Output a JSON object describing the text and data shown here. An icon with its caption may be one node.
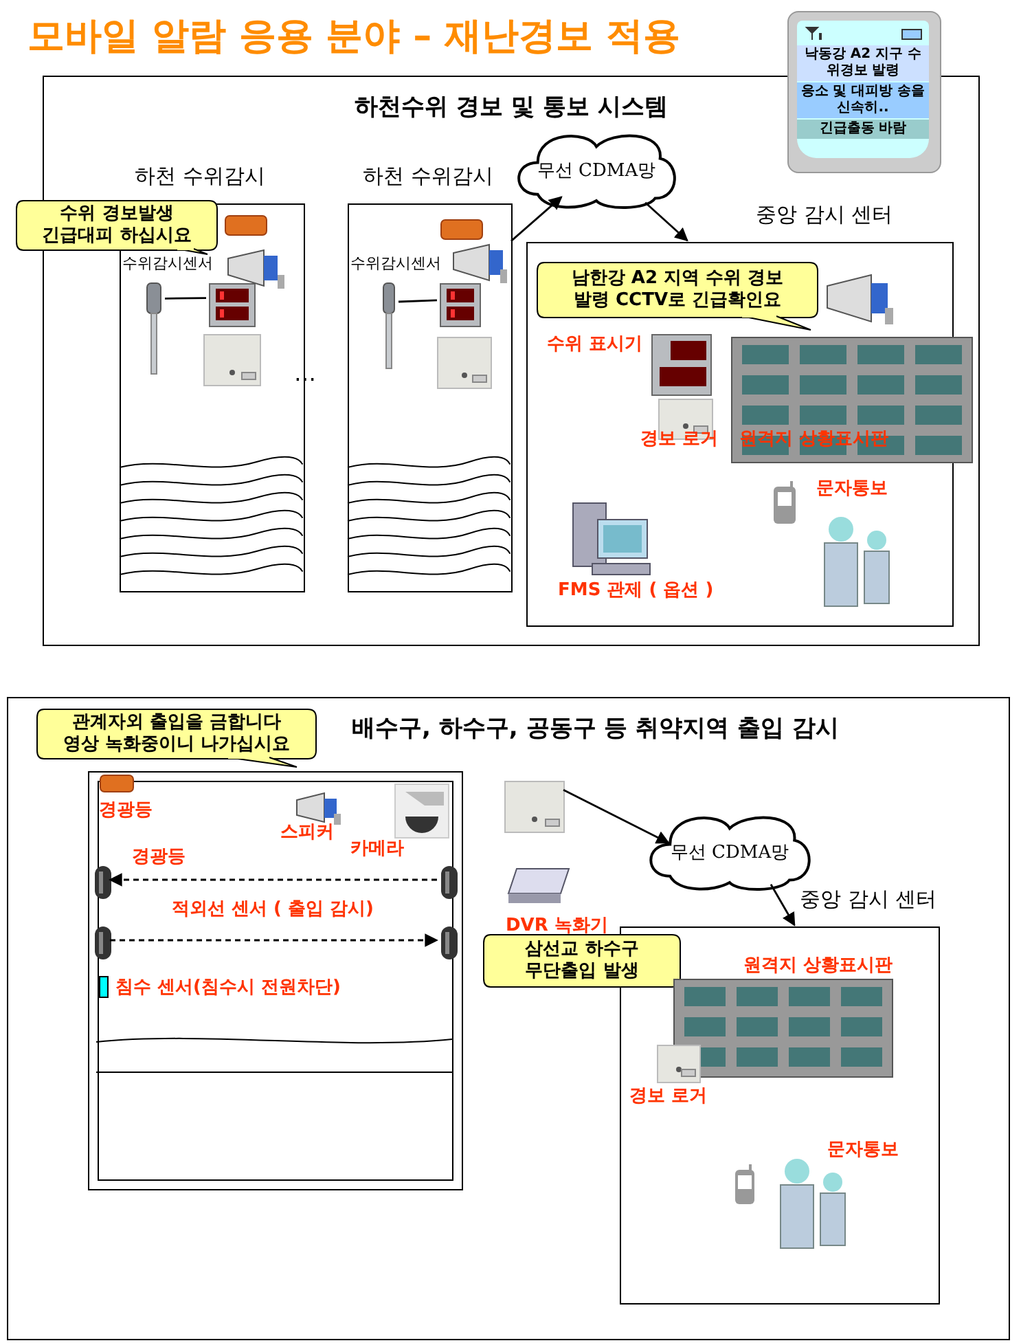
{
  "diagram": {
    "title": "모바일 알람 응용 분야 – 재난경보 적용",
    "nodes": [
      {
        "text": [
          "하천수위 경보 및 통보 시스템"
        ]
      },
      {
        "text": [
          "하천 수위감시"
        ],
        "in": 0
      },
      {
        "text": [
          "수위 경보발생 긴급대피 하십시요"
        ],
        "in": 0
      },
      {
        "text": [],
        "shape": "picture",
        "in": 1
      },
      {
        "text": [],
        "shape": "picture",
        "in": 1
      },
      {
        "text": [
          "하천 수위감시"
        ],
        "in": 0
      },
      {
        "text": [],
        "shape": "picture",
        "in": 5
      },
      {
        "text": [],
        "shape": "picture",
        "in": 5
      },
      {
        "text": [
          "무선 CDMA망"
        ],
        "in": 0
      },
      {
        "text": [
          "중앙 감시 센터"
        ],
        "in": 0
      },
      {
        "text": [
          "남한강 A2 지역 수위 경보 발령 CCTV로 긴급확인요"
        ],
        "in": 9
      },
      {
        "text": [
          "낙동강 A2 지구 수위경보 발령",
          "응소 및 대피방 송을 신속히..",
          "긴급출동 바람"
        ]
      },
      {
        "text": [
          "배수구, 하수구, 공동구 등 취약지역 출입 감시"
        ]
      },
      {
        "text": [
          "관계자외 출입을 금합니다 영상 녹화중이니 나가십시요"
        ],
        "in": 12
      },
      {
        "text": [],
        "shape": "box",
        "in": 12
      },
      {
        "text": [],
        "shape": "picture",
        "in": 14
      },
      {
        "text": [],
        "shape": "picture",
        "in": 14
      },
      {
        "text": [],
        "shape": "picture",
        "in": 14
      },
      {
        "text": [],
        "shape": "picture",
        "in": 14
      },
      {
        "text": [],
        "shape": "picture",
        "in": 12
      },
      {
        "text": [
          "무선 CDMA망"
        ],
        "in": 12
      },
      {
        "text": [
          "중앙 감시 센터"
        ],
        "in": 12
      },
      {
        "text": [
          "삼선교 하수구 무단출입 발생"
        ],
        "in": 12
      }
    ],
    "edges": [
      {
        "from": 3,
        "to": 4,
        "arrow": "none"
      },
      {
        "from": 6,
        "to": 7,
        "arrow": "none"
      },
      {
        "from": 5,
        "to": 8,
        "arrow": "to"
      },
      {
        "from": 8,
        "to": 9,
        "arrow": "to"
      },
      {
        "from": 16,
        "to": 15,
        "arrow": "to",
        "style": "dashed"
      },
      {
        "from": 17,
        "to": 18,
        "arrow": "to",
        "style": "dashed"
      },
      {
        "from": 19,
        "to": 20,
        "arrow": "to"
      },
      {
        "from": 20,
        "to": 21,
        "arrow": "to"
      }
    ],
    "labels": [
      "수위감시센서",
      "…",
      "수위감시센서",
      "수위 표시기",
      "경보 로거",
      "원격지 상황표시판",
      "문자통보",
      "FMS 관제 ( 옵션 )",
      "경광등",
      "스피커",
      "카메라",
      "경광등",
      "적외선 센서 ( 출입 감시)",
      "침수 센서(침수시 전원차단)",
      "DVR 녹화기",
      "원격지 상황표시판",
      "경보 로거",
      "문자통보"
    ]
  }
}
